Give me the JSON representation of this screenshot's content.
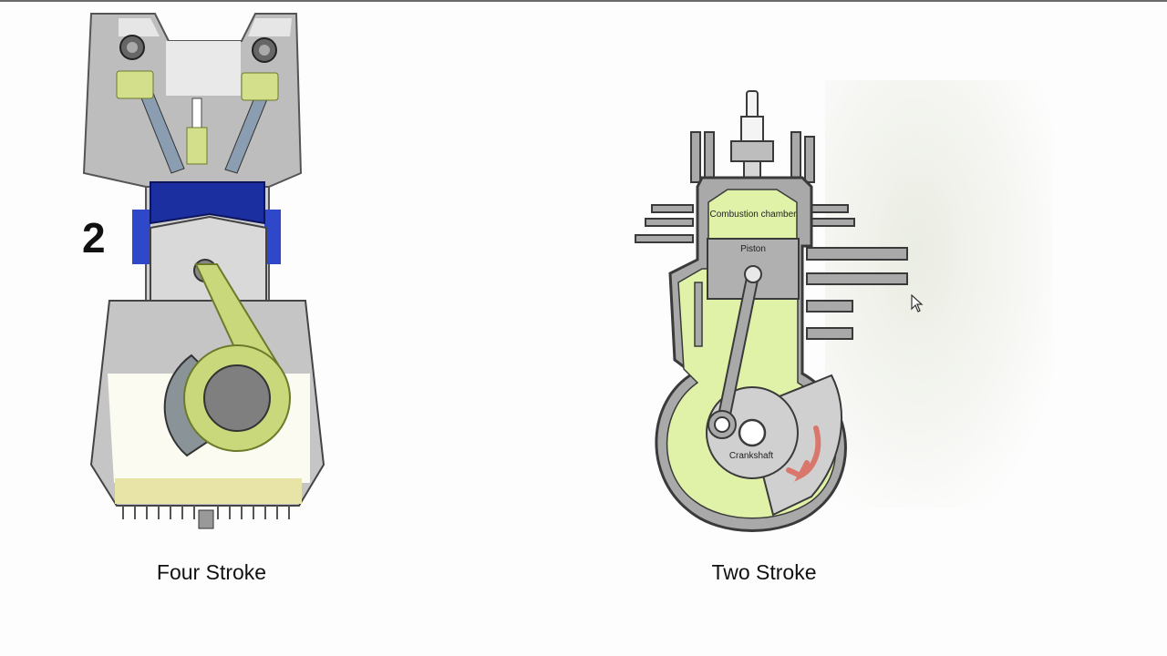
{
  "four_stroke": {
    "caption": "Four Stroke",
    "stroke_number": "2"
  },
  "two_stroke": {
    "caption": "Two Stroke",
    "labels": {
      "combustion_chamber": "Combustion chamber",
      "piston": "Piston",
      "crankshaft": "Crankshaft"
    }
  },
  "colors": {
    "body_gray": "#b9b9b9",
    "dark_outline": "#3a3a3a",
    "piston_blue": "#1b2fa0",
    "rod_green": "#c9d87a",
    "fuel_green": "#dff2a8",
    "oil_yellow": "#e8e3a6",
    "arrow_red": "#d9776c"
  }
}
